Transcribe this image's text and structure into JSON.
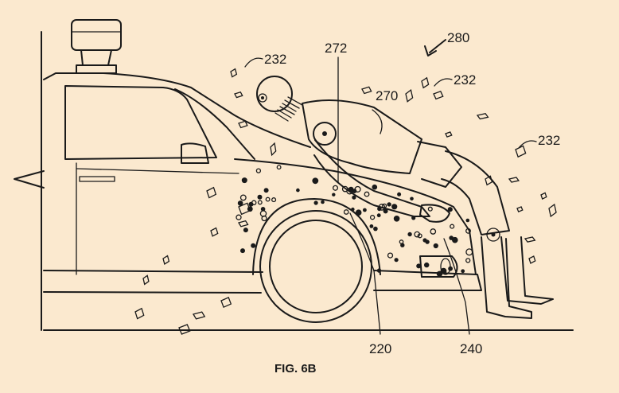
{
  "figure": {
    "caption": "FIG. 6B",
    "background": "#fbe9cf",
    "line_color": "#1a1a1a"
  },
  "labels": {
    "assembly": "280",
    "adhesive": "232",
    "pedestrian": "270",
    "contact_point": "272",
    "hood": "220",
    "front_end": "240"
  }
}
